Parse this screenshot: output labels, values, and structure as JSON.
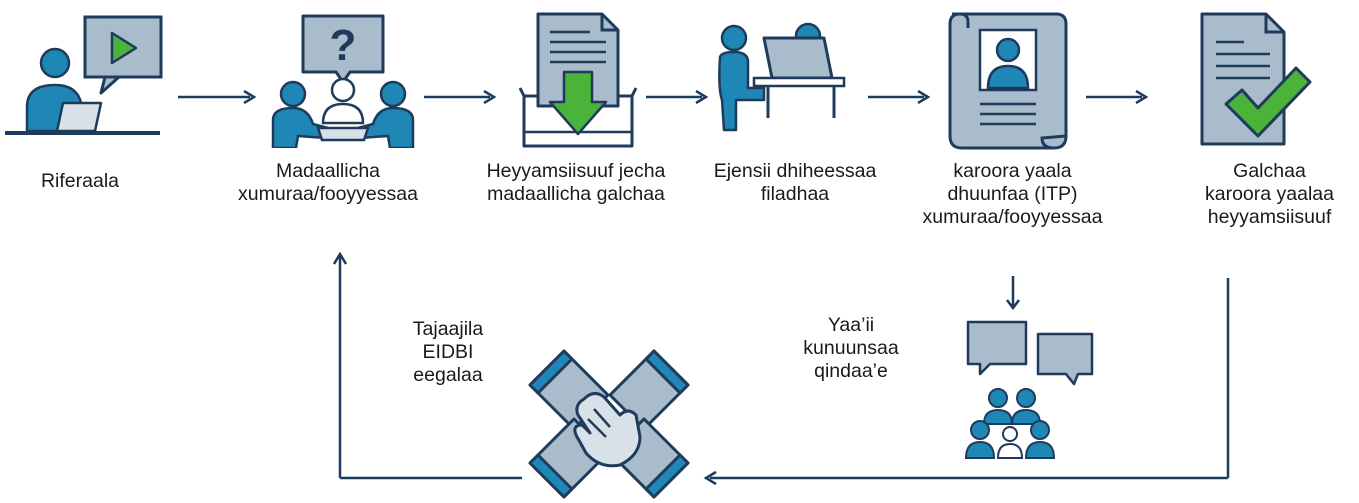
{
  "steps": [
    {
      "label_lines": [
        "Riferaala"
      ],
      "icon": "referral-video-call-icon"
    },
    {
      "label_lines": [
        "Madaallicha",
        "xumuraa/fooyyessaa"
      ],
      "icon": "team-question-meeting-icon"
    },
    {
      "label_lines": [
        "Heyyamsiisuuf jecha",
        "madaallicha galchaa"
      ],
      "icon": "document-download-tray-icon"
    },
    {
      "label_lines": [
        "Ejensii dhiheessaa",
        "filadhaa"
      ],
      "icon": "agency-desk-icon"
    },
    {
      "label_lines": [
        "karoora yaala",
        "dhuunfaa (ITP)",
        "xumuraa/fooyyessaa"
      ],
      "icon": "profile-scroll-document-icon"
    },
    {
      "label_lines": [
        "Galchaa",
        "karoora yaalaa",
        "heyyamsiisuuf"
      ],
      "icon": "document-checkmark-icon"
    }
  ],
  "loop": {
    "meeting": {
      "label_lines": [
        "Yaa’ii",
        "kunuunsaa",
        "qindaa’e"
      ],
      "icon": "group-chat-meeting-icon"
    },
    "services": {
      "label_lines": [
        "Tajaajila",
        "EIDBI",
        "eegalaa"
      ],
      "icon": "joined-hands-icon"
    }
  },
  "colors": {
    "primary": "#1f87b5",
    "dark": "#1f3b5c",
    "panel": "#a9bccb",
    "green": "#4bb23a",
    "line": "#1f3b5c"
  }
}
